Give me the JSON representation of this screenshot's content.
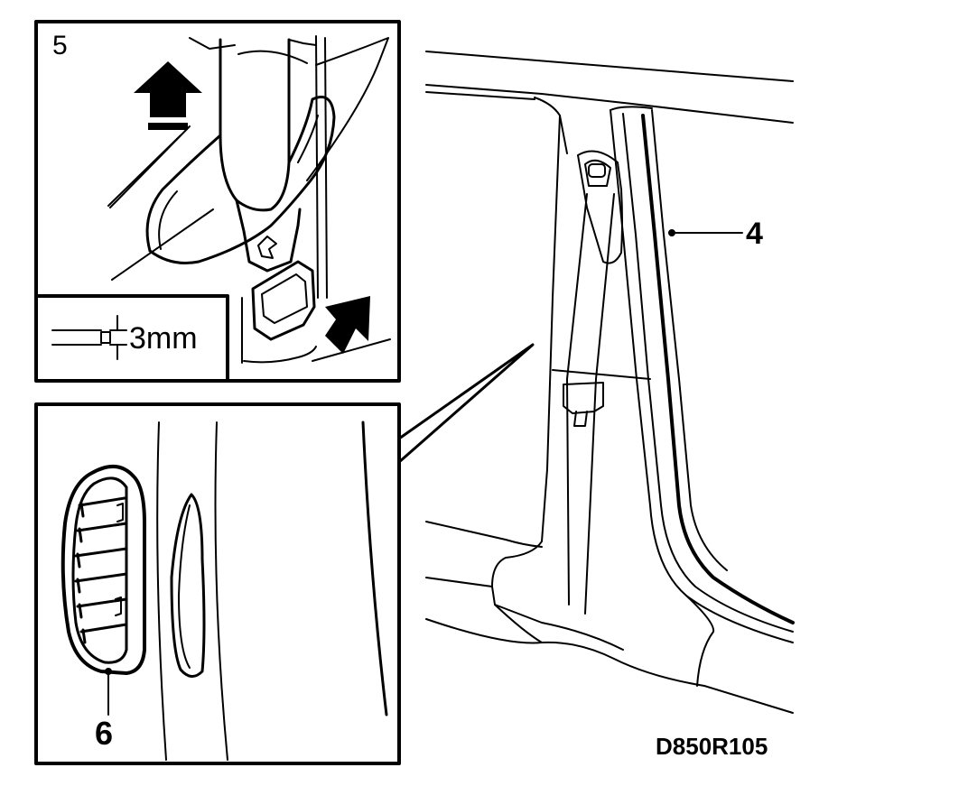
{
  "callouts": {
    "detail_5": "5",
    "part_4": "4",
    "part_6": "6",
    "clearance": "3mm"
  },
  "drawing_ref": "D850R105",
  "colors": {
    "ink": "#000000",
    "paper": "#ffffff"
  }
}
